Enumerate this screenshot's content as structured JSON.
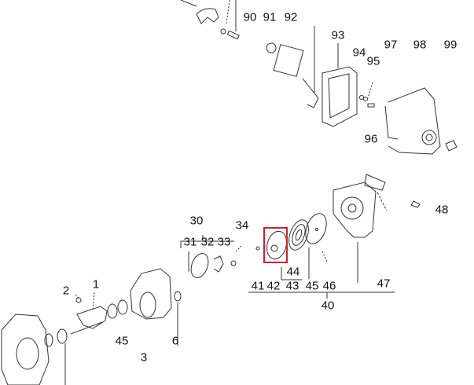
{
  "diagram": {
    "highlight_color": "#d0202a",
    "labels": {
      "p90": "90",
      "p91": "91",
      "p92": "92",
      "p93": "93",
      "p94": "94",
      "p95": "95",
      "p96": "96",
      "p97": "97",
      "p98": "98",
      "p99": "99",
      "p48": "48",
      "p30": "30",
      "p31": "31",
      "p32": "32",
      "p33": "33",
      "p34": "34",
      "p40": "40",
      "p41": "41",
      "p42": "42",
      "p43": "43",
      "p44": "44",
      "p45b": "45",
      "p46": "46",
      "p47": "47",
      "p1": "1",
      "p2": "2",
      "p3": "3",
      "p45": "45",
      "p6": "6"
    }
  }
}
